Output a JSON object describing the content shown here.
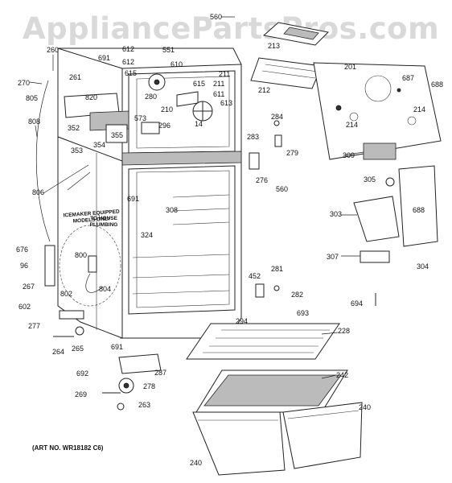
{
  "watermark": "AppliancePartsPros.com",
  "art_number": "(ART NO. WR18182 C6)",
  "notes": {
    "icemaker_line1": "ICEMAKER EQUIPPED",
    "icemaker_line2": "MODELS ONLY",
    "plumbing_line1": "TO HOUSE",
    "plumbing_line2": "PLUMBING"
  },
  "part_labels": [
    "560",
    "213",
    "201",
    "260",
    "691",
    "612",
    "551",
    "270",
    "261",
    "615",
    "610",
    "212",
    "687",
    "688",
    "805",
    "820",
    "280",
    "615",
    "211",
    "612",
    "211",
    "210",
    "611",
    "573",
    "613",
    "214",
    "214",
    "284",
    "808",
    "352",
    "296",
    "14",
    "283",
    "353",
    "354",
    "355",
    "279",
    "309",
    "276",
    "560",
    "305",
    "691",
    "806",
    "308",
    "303",
    "688",
    "324",
    "676",
    "96",
    "800",
    "452",
    "281",
    "267",
    "307",
    "304",
    "802",
    "804",
    "282",
    "602",
    "693",
    "694",
    "277",
    "294",
    "228",
    "264",
    "265",
    "691",
    "692",
    "287",
    "242",
    "269",
    "278",
    "263",
    "240",
    "240"
  ]
}
